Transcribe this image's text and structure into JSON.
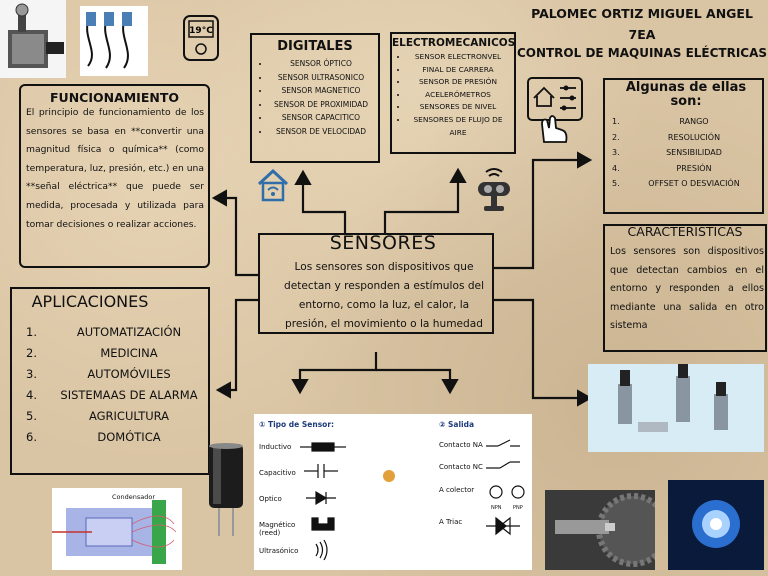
{
  "header": {
    "author": "PALOMEC ORTIZ MIGUEL ANGEL",
    "group": "7EA",
    "course": "CONTROL DE MAQUINAS ELÉCTRICAS"
  },
  "digitales": {
    "title": "DIGITALES",
    "items": [
      "SENSOR ÓPTICO",
      "SENSOR ULTRASONICO",
      "SENSOR MAGNETICO",
      "SENSOR DE PROXIMIDAD",
      "SENSOR CAPACITICO",
      "SENSOR DE VELOCIDAD"
    ]
  },
  "electromecanicos": {
    "title": "ELECTROMECANICOS",
    "items": [
      "SENSOR ELECTRONVEL",
      "FINAL DE CARRERA",
      "SENSOR DE PRESIÓN",
      "ACELERÓMETROS",
      "SENSORES DE NIVEL",
      "SENSORES DE FLUJO DE AIRE"
    ]
  },
  "funcionamiento": {
    "title": "FUNCIONAMIENTO",
    "text": "El principio de funcionamiento de los sensores se basa en **convertir una magnitud física o química** (como temperatura, luz, presión, etc.) en una **señal eléctrica** que puede ser medida, procesada y utilizada para tomar decisiones o realizar acciones."
  },
  "sensores": {
    "title": "SENSORES",
    "text": "Los sensores son dispositivos que detectan y responden a estímulos del entorno, como la luz, el calor, la presión, el movimiento o la humedad"
  },
  "algunas": {
    "title": "Algunas de ellas son:",
    "items": [
      {
        "n": "1.",
        "label": "RANGO"
      },
      {
        "n": "2.",
        "label": "RESOLUCIÓN"
      },
      {
        "n": "3.",
        "label": "SENSIBILIDAD"
      },
      {
        "n": "4.",
        "label": "PRESIÓN"
      },
      {
        "n": "5.",
        "label": "OFFSET O DESVIACIÓN"
      }
    ]
  },
  "caracteristicas": {
    "title": "CARACTERISTICAS",
    "text": "Los sensores son dispositivos que detectan cambios en el entorno y responden a ellos mediante una salida en otro sistema"
  },
  "aplicaciones": {
    "title": "APLICACIONES",
    "items": [
      {
        "n": "1.",
        "label": "AUTOMATIZACIÓN"
      },
      {
        "n": "2.",
        "label": "MEDICINA"
      },
      {
        "n": "3.",
        "label": "AUTOMÓVILES"
      },
      {
        "n": "4.",
        "label": "SISTEMAAS DE ALARMA"
      },
      {
        "n": "5.",
        "label": "AGRICULTURA"
      },
      {
        "n": "6.",
        "label": "DOMÓTICA"
      }
    ]
  },
  "tipo_sensor": {
    "header_num": "①",
    "header": "Tipo de Sensor:",
    "items": [
      "Inductivo",
      "Capacitivo",
      "Optico",
      "Magnético (reed)",
      "Ultrasónico"
    ]
  },
  "salida": {
    "header_num": "②",
    "header": "Salida",
    "items": [
      "Contacto NA",
      "Contacto NC",
      "A colector",
      "A Triac"
    ],
    "npn": "NPN",
    "pnp": "PNP"
  },
  "condensador_label": "Condensador",
  "thermo_label": "19°C",
  "colors": {
    "ink": "#111111",
    "paper": "#d9c4a3",
    "icon_blue": "#2f6ea8"
  }
}
